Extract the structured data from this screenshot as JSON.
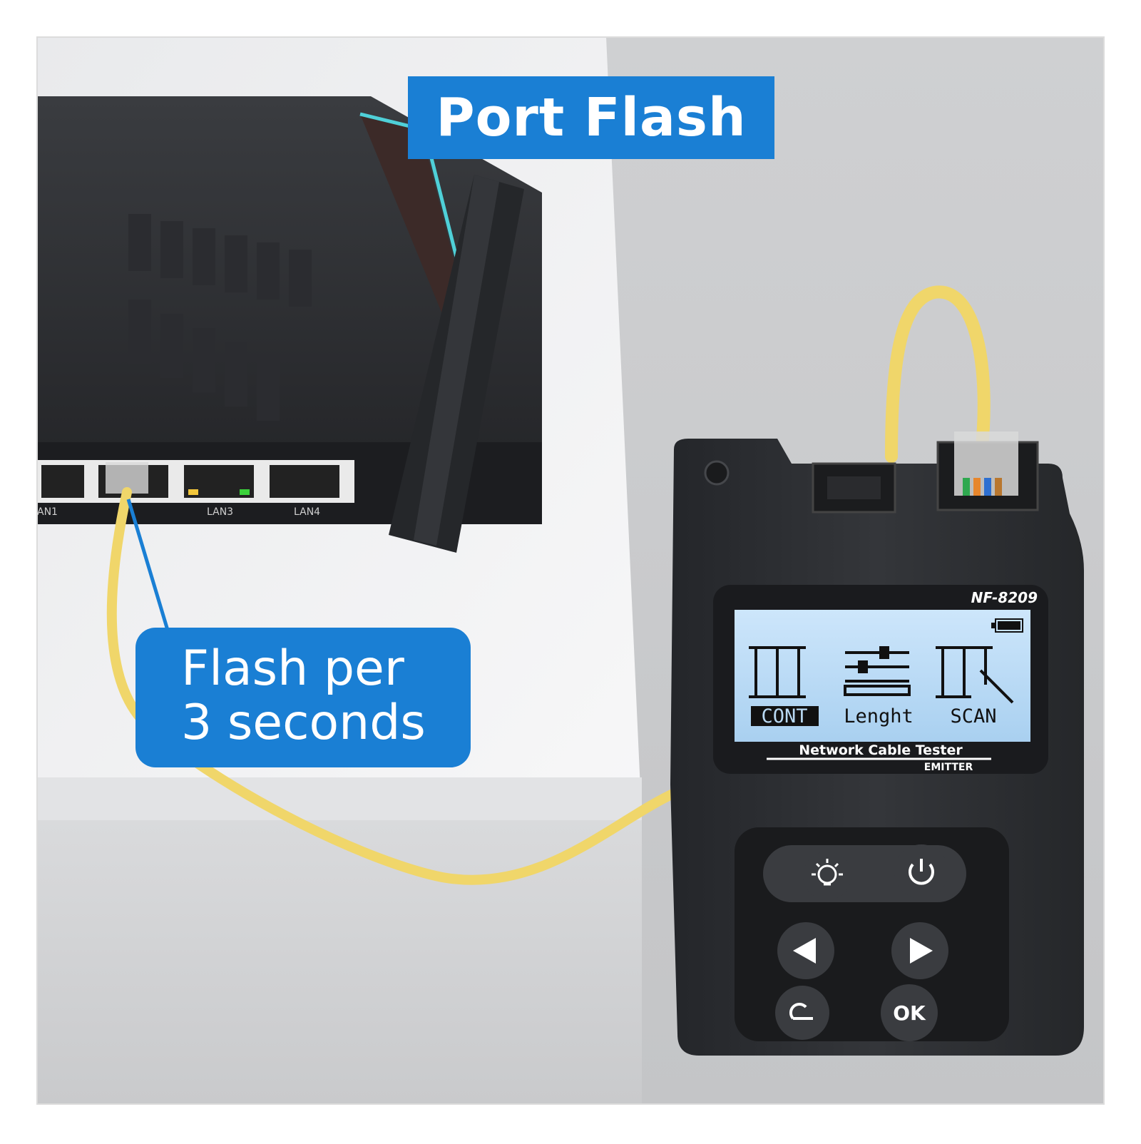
{
  "callouts": {
    "title": "Port Flash",
    "note_line1": "Flash per",
    "note_line2": "3 seconds"
  },
  "router": {
    "port_labels": [
      "AN1",
      "LAN3",
      "LAN4"
    ]
  },
  "tester": {
    "model": "NF-8209",
    "product_name": "Network Cable Tester",
    "unit": "EMITTER",
    "modes": [
      "CONT",
      "Lenght",
      "SCAN"
    ],
    "selected_mode": "CONT",
    "battery_level": 1.0,
    "buttons": {
      "light": "light-icon",
      "power": "power-icon",
      "left": "left-arrow-icon",
      "right": "right-arrow-icon",
      "back": "return-icon",
      "ok": "OK"
    }
  },
  "colors": {
    "callout_blue": "#1a7fd4",
    "cable_yellow": "#f0d66a",
    "device_body": "#2f3134",
    "lcd_blue": "#b9d9f3"
  }
}
